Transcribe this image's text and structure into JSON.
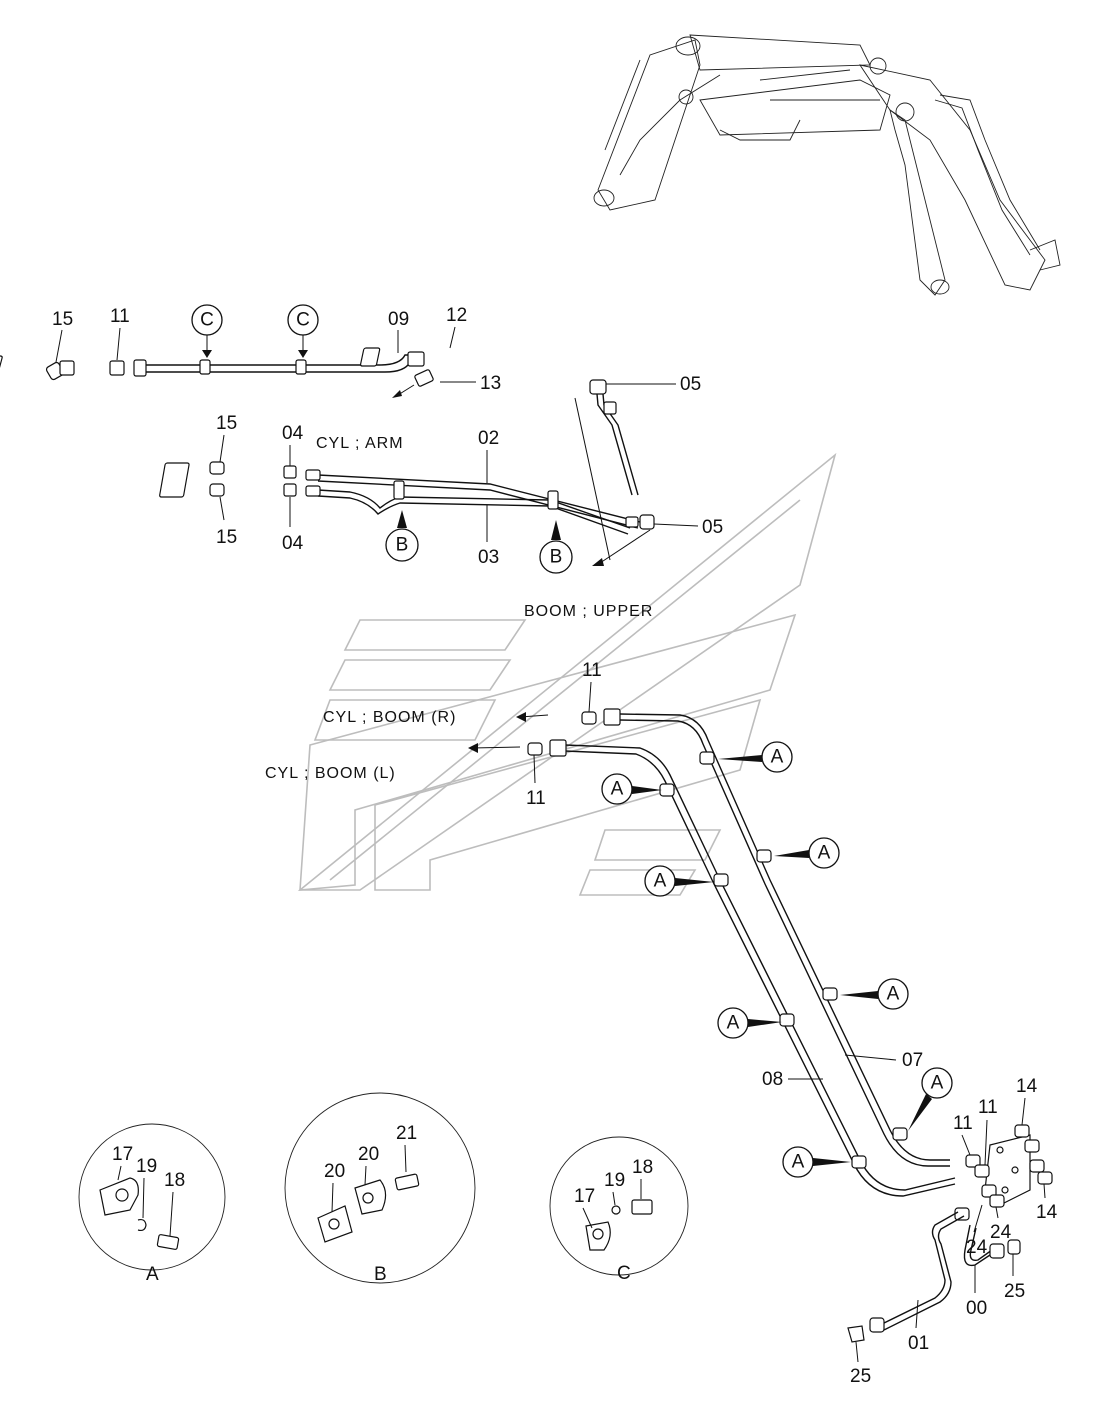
{
  "captions": {
    "cyl_arm": "CYL ; ARM",
    "boom_upper": "BOOM ; UPPER",
    "cyl_boom_r": "CYL ; BOOM (R)",
    "cyl_boom_l": "CYL ; BOOM (L)"
  },
  "part_numbers": {
    "p15_top": "15",
    "p11_top": "11",
    "p09": "09",
    "p12": "12",
    "p13": "13",
    "p15_a": "15",
    "p15_b": "15",
    "p04_a": "04",
    "p04_b": "04",
    "p02": "02",
    "p03": "03",
    "p05_a": "05",
    "p05_b": "05",
    "p11_upper": "11",
    "p11_lower": "11",
    "p07": "07",
    "p08": "08",
    "p11_r1": "11",
    "p11_r2": "11",
    "p14_a": "14",
    "p14_b": "14",
    "p24_a": "24",
    "p24_b": "24",
    "p25_a": "25",
    "p25_b": "25",
    "p00": "00",
    "p01": "01",
    "detA_17": "17",
    "detA_19": "19",
    "detA_18": "18",
    "detB_20a": "20",
    "detB_20b": "20",
    "detB_21": "21",
    "detC_17": "17",
    "detC_19": "19",
    "detC_18": "18"
  },
  "callouts": {
    "A": "A",
    "B": "B",
    "C": "C"
  },
  "detail_labels": {
    "detail_a": "A",
    "detail_b": "B",
    "detail_c": "C"
  },
  "icons": [
    "excavator-boom-icon",
    "clamp-icon",
    "bolt-icon",
    "washer-icon",
    "fitting-icon",
    "arrow-icon"
  ]
}
